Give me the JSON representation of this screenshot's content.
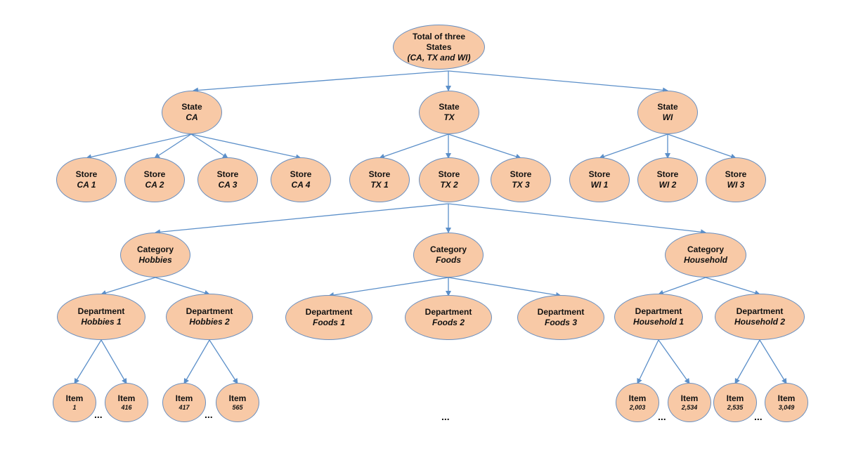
{
  "nodes": {
    "root": {
      "l1": "Total of three",
      "l1b": "States",
      "l2": "(CA, TX and WI)"
    },
    "state_ca": {
      "l1": "State",
      "l2": "CA"
    },
    "state_tx": {
      "l1": "State",
      "l2": "TX"
    },
    "state_wi": {
      "l1": "State",
      "l2": "WI"
    },
    "store_ca1": {
      "l1": "Store",
      "l2": "CA 1"
    },
    "store_ca2": {
      "l1": "Store",
      "l2": "CA 2"
    },
    "store_ca3": {
      "l1": "Store",
      "l2": "CA 3"
    },
    "store_ca4": {
      "l1": "Store",
      "l2": "CA 4"
    },
    "store_tx1": {
      "l1": "Store",
      "l2": "TX 1"
    },
    "store_tx2": {
      "l1": "Store",
      "l2": "TX 2"
    },
    "store_tx3": {
      "l1": "Store",
      "l2": "TX 3"
    },
    "store_wi1": {
      "l1": "Store",
      "l2": "WI 1"
    },
    "store_wi2": {
      "l1": "Store",
      "l2": "WI 2"
    },
    "store_wi3": {
      "l1": "Store",
      "l2": "WI 3"
    },
    "cat_hobbies": {
      "l1": "Category",
      "l2": "Hobbies"
    },
    "cat_foods": {
      "l1": "Category",
      "l2": "Foods"
    },
    "cat_household": {
      "l1": "Category",
      "l2": "Household"
    },
    "dept_h1": {
      "l1": "Department",
      "l2": "Hobbies 1"
    },
    "dept_h2": {
      "l1": "Department",
      "l2": "Hobbies 2"
    },
    "dept_f1": {
      "l1": "Department",
      "l2": "Foods 1"
    },
    "dept_f2": {
      "l1": "Department",
      "l2": "Foods 2"
    },
    "dept_f3": {
      "l1": "Department",
      "l2": "Foods 3"
    },
    "dept_hh1": {
      "l1": "Department",
      "l2": "Household 1"
    },
    "dept_hh2": {
      "l1": "Department",
      "l2": "Household 2"
    },
    "item_1": {
      "l1": "Item",
      "l2": "1"
    },
    "item_416": {
      "l1": "Item",
      "l2": "416"
    },
    "item_417": {
      "l1": "Item",
      "l2": "417"
    },
    "item_565": {
      "l1": "Item",
      "l2": "565"
    },
    "item_2003": {
      "l1": "Item",
      "l2": "2,003"
    },
    "item_2534": {
      "l1": "Item",
      "l2": "2,534"
    },
    "item_2535": {
      "l1": "Item",
      "l2": "2,535"
    },
    "item_3049": {
      "l1": "Item",
      "l2": "3,049"
    }
  },
  "ellipsis": "..."
}
